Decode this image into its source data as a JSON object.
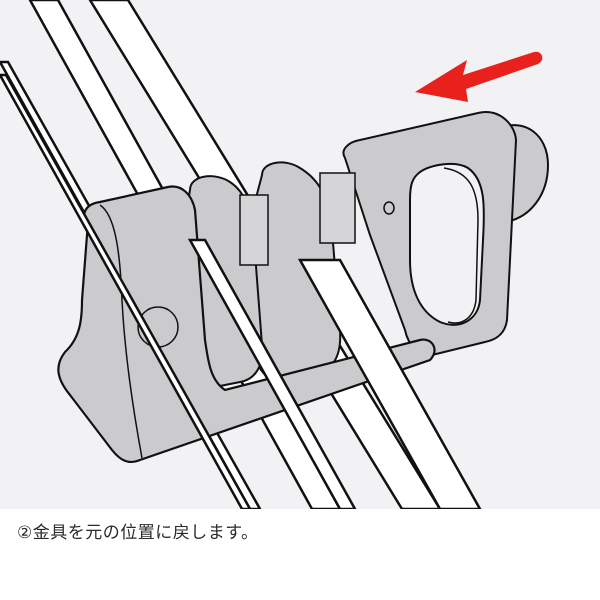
{
  "illustration": {
    "background_color": "#f2f2f4",
    "part_fill_color": "#cbcbce",
    "rail_fill_color": "#ffffff",
    "outline_color": "#111111",
    "arrow": {
      "direction": "left",
      "color": "#e8211d"
    }
  },
  "caption": {
    "step_number": "②",
    "text": "金具を元の位置に戻します。"
  }
}
